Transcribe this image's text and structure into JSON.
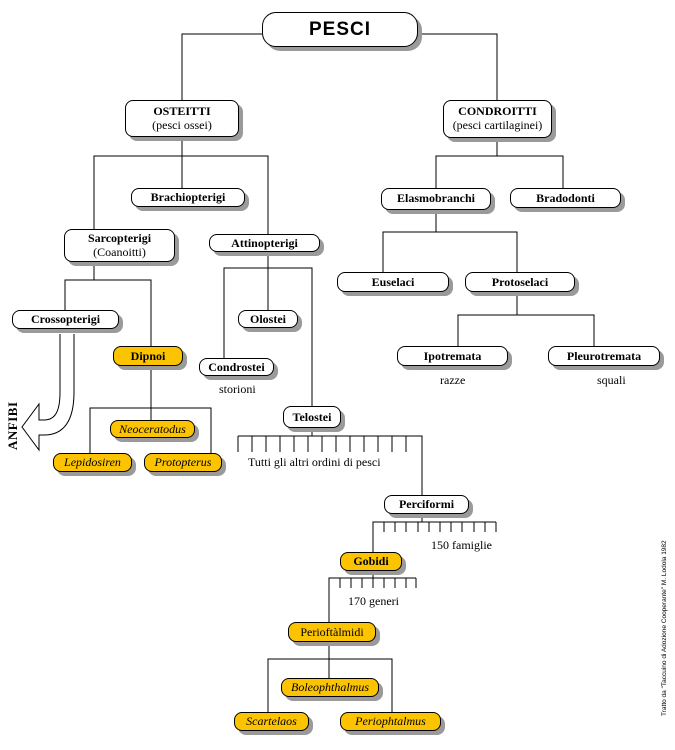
{
  "root": "PESCI",
  "osteitti": {
    "name": "OSTEITTI",
    "note": "(pesci ossei)"
  },
  "condroitti": {
    "name": "CONDROITTI",
    "note": "(pesci cartilaginei)"
  },
  "brachiopterigi": "Brachiopterigi",
  "sarcopterigi": {
    "name": "Sarcopterigi",
    "note": "(Coanoitti)"
  },
  "attinopterigi": "Attinopterigi",
  "crossopterigi": "Crossopterigi",
  "dipnoi": "Dipnoi",
  "neoceratodus": "Neoceratodus",
  "lepidosiren": "Lepidosiren",
  "protopterus": "Protopterus",
  "olostei": "Olostei",
  "condrostei": "Condrostei",
  "storioni": "storioni",
  "telostei": "Telostei",
  "altri_ordini": "Tutti gli altri ordini di pesci",
  "perciformi": "Perciformi",
  "famiglie": "150 famiglie",
  "gobidi": "Gobidi",
  "generi": "170 generi",
  "perioftalmidi": "Perioftàlmidi",
  "boleophthalmus": "Boleophthalmus",
  "scartelaos": "Scartelaos",
  "periophtalmus": "Periophtalmus",
  "elasmobranchi": "Elasmobranchi",
  "bradodonti": "Bradodonti",
  "euselaci": "Euselaci",
  "protoselaci": "Protoselaci",
  "ipotremata": "Ipotremata",
  "razze": "razze",
  "pleurotremata": "Pleurotremata",
  "squali": "squali",
  "anfibi": "ANFIBI",
  "credit": "Tratto da \"Taccuino di Adozione Cooperante\" M. Lodola 1982",
  "colors": {
    "highlight": "#fcc400",
    "shadow": "#9a9a9a",
    "line": "#000000"
  }
}
